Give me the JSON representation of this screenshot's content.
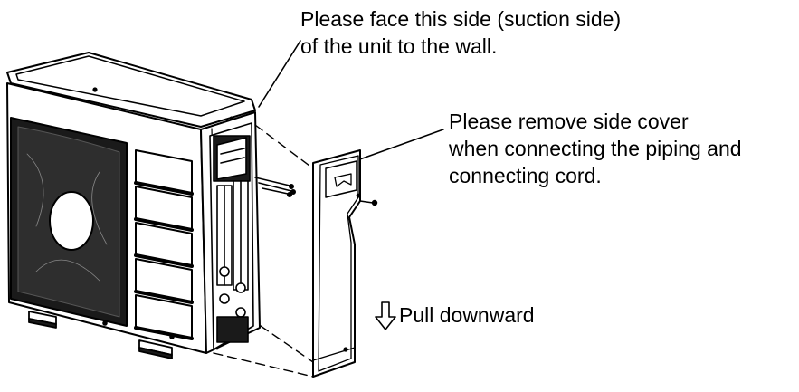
{
  "notes": {
    "suction": {
      "line1": "Please face this side (suction side)",
      "line2": "of the unit to the wall."
    },
    "cover": {
      "line1": "Please remove side cover",
      "line2": "when connecting the piping and",
      "line3": "connecting cord."
    },
    "pull": {
      "text": "Pull downward"
    }
  },
  "icons": {
    "pull_arrow": "down-arrow-outline-icon"
  },
  "colors": {
    "line": "#000000",
    "fill": "#ffffff"
  }
}
